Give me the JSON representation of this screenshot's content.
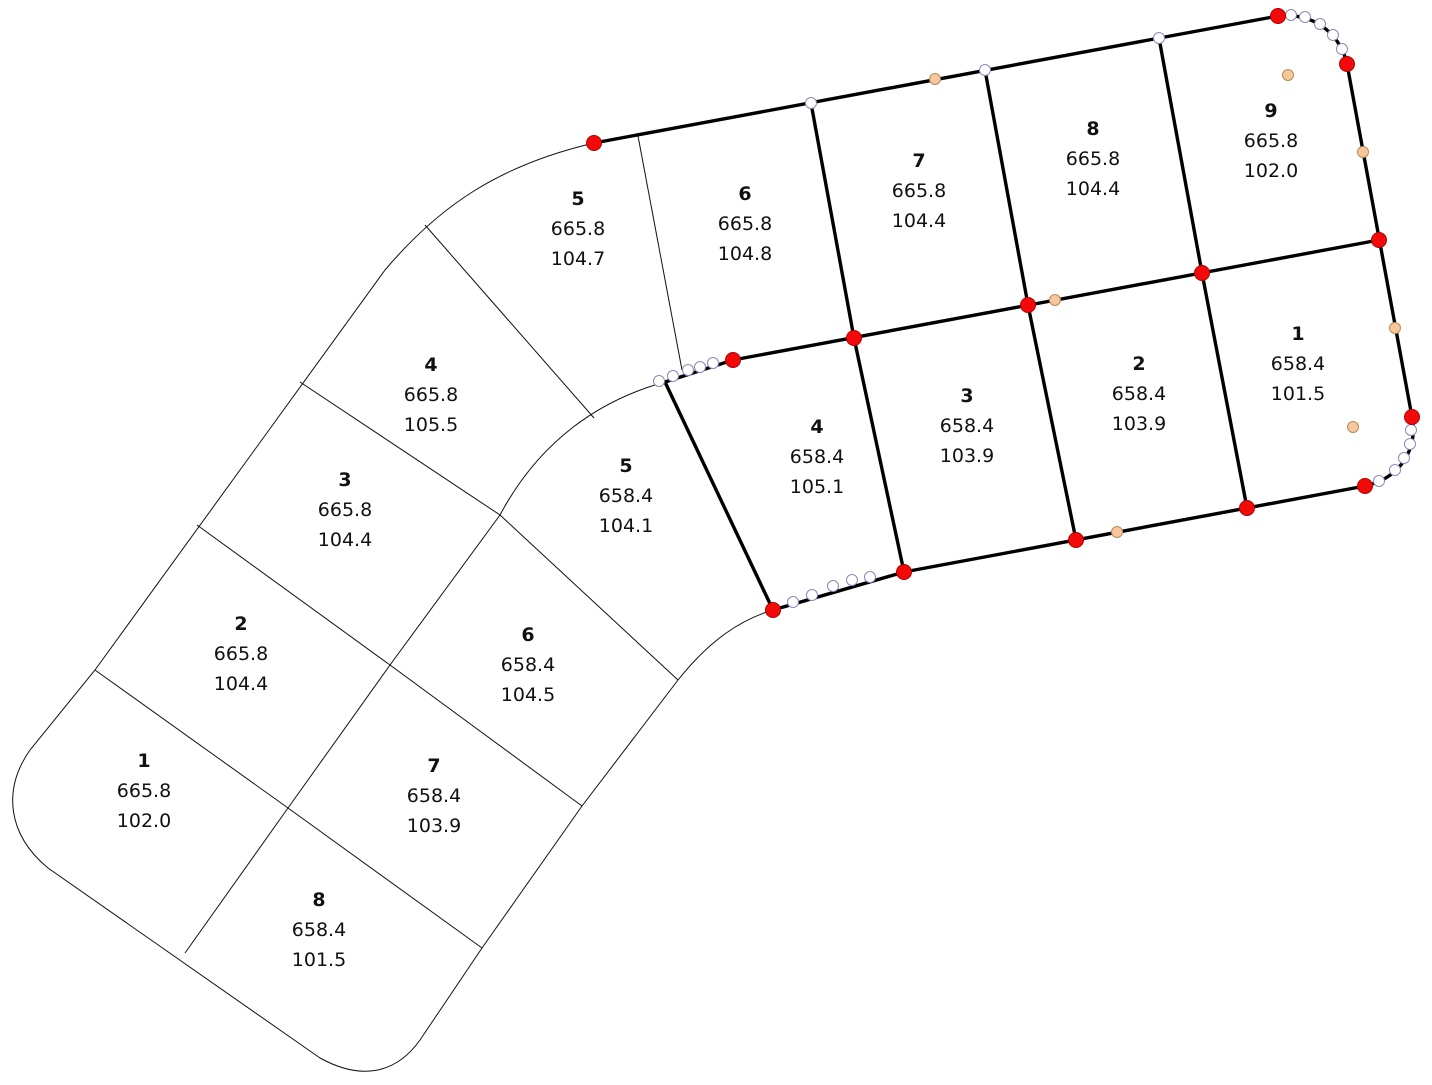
{
  "left_lots": [
    {
      "id": "1",
      "area": "665.8",
      "frontage": "102.0"
    },
    {
      "id": "2",
      "area": "665.8",
      "frontage": "104.4"
    },
    {
      "id": "3",
      "area": "665.8",
      "frontage": "104.4"
    },
    {
      "id": "4",
      "area": "665.8",
      "frontage": "105.5"
    },
    {
      "id": "5",
      "area": "665.8",
      "frontage": "104.7"
    },
    {
      "id": "5",
      "area": "658.4",
      "frontage": "104.1"
    },
    {
      "id": "6",
      "area": "658.4",
      "frontage": "104.5"
    },
    {
      "id": "7",
      "area": "658.4",
      "frontage": "103.9"
    },
    {
      "id": "8",
      "area": "658.4",
      "frontage": "101.5"
    }
  ],
  "right_lots": [
    {
      "id": "6",
      "area": "665.8",
      "frontage": "104.8"
    },
    {
      "id": "7",
      "area": "665.8",
      "frontage": "104.4"
    },
    {
      "id": "8",
      "area": "665.8",
      "frontage": "104.4"
    },
    {
      "id": "9",
      "area": "665.8",
      "frontage": "102.0"
    },
    {
      "id": "4",
      "area": "658.4",
      "frontage": "105.1"
    },
    {
      "id": "3",
      "area": "658.4",
      "frontage": "103.9"
    },
    {
      "id": "2",
      "area": "658.4",
      "frontage": "103.9"
    },
    {
      "id": "1",
      "area": "658.4",
      "frontage": "101.5"
    }
  ],
  "colors": {
    "vertex_selected": "#f20a0a",
    "vertex_normal": "#ffffff",
    "vertex_midpoint": "#f5c79a",
    "line": "#000000"
  }
}
